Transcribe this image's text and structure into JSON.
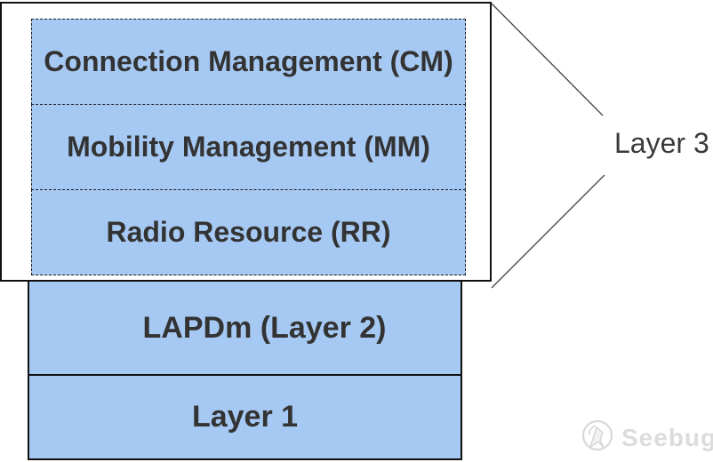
{
  "diagram": {
    "annotation": {
      "label": "Layer 3"
    },
    "layer3_stack": {
      "sublayers": [
        {
          "label": "Connection Management (CM)",
          "abbrev": "CM"
        },
        {
          "label": "Mobility Management (MM)",
          "abbrev": "MM"
        },
        {
          "label": "Radio Resource (RR)",
          "abbrev": "RR"
        }
      ]
    },
    "lower_layers": [
      {
        "label": "LAPDm (Layer 2)"
      },
      {
        "label": "Layer 1"
      }
    ]
  },
  "watermark": {
    "brand": "Seebug",
    "logo_icon": "seebug-dino-circle-icon"
  },
  "colors": {
    "box_fill": "#a6c9f3",
    "box_border": "#111111",
    "dashed_border": "#1a1a1a",
    "label_text": "#333333",
    "annotation_text": "#3a3a3a",
    "callout_line": "#4d4d4d",
    "watermark": "#dcdcdc"
  }
}
